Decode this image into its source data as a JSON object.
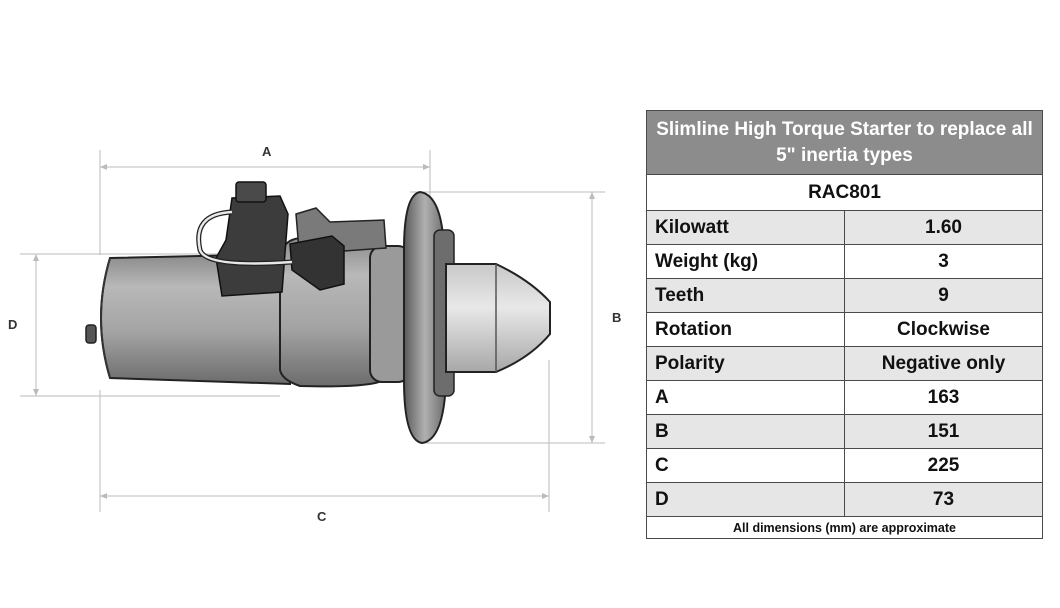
{
  "diagram": {
    "dimension_labels": {
      "a": "A",
      "b": "B",
      "c": "C",
      "d": "D"
    }
  },
  "spec_table": {
    "title": "Slimline High Torque Starter to replace all 5\" inertia types",
    "model": "RAC801",
    "rows": [
      {
        "key": "Kilowatt",
        "value": "1.60"
      },
      {
        "key": "Weight (kg)",
        "value": "3"
      },
      {
        "key": "Teeth",
        "value": "9"
      },
      {
        "key": "Rotation",
        "value": "Clockwise"
      },
      {
        "key": "Polarity",
        "value": "Negative only"
      },
      {
        "key": "A",
        "value": "163"
      },
      {
        "key": "B",
        "value": "151"
      },
      {
        "key": "C",
        "value": "225"
      },
      {
        "key": "D",
        "value": "73"
      }
    ],
    "footer": "All dimensions (mm) are approximate"
  },
  "colors": {
    "header_bg": "#8c8c8c",
    "row_shade": "#e6e6e6",
    "border": "#4a4a4a"
  }
}
